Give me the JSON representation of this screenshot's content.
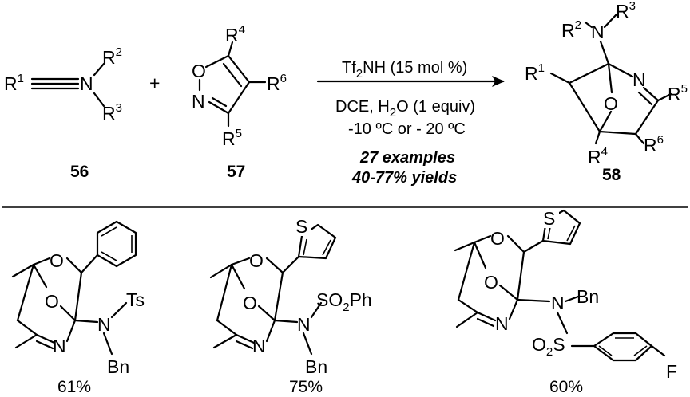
{
  "reaction": {
    "ynamide": {
      "number": "56",
      "R1": "R",
      "R1_sup": "1",
      "N": "N",
      "R2": "R",
      "R2_sup": "2",
      "R3": "R",
      "R3_sup": "3"
    },
    "plus": "+",
    "isoxazole": {
      "number": "57",
      "O": "O",
      "N": "N",
      "R4": "R",
      "R4_sup": "4",
      "R6": "R",
      "R6_sup": "6",
      "R5": "R",
      "R5_sup": "5"
    },
    "conditions": {
      "catalyst_a": "Tf",
      "catalyst_sub": "2",
      "catalyst_b": "NH (15 mol %)",
      "solvent_a": "DCE, H",
      "solvent_sub": "2",
      "solvent_b": "O (1 equiv)",
      "temperature": "-10 ºC or - 20 ºC",
      "examples": "27 examples",
      "yields": "40-77% yields"
    },
    "product": {
      "number": "58",
      "R2": "R",
      "R2_sup": "2",
      "N_top": "N",
      "R3": "R",
      "R3_sup": "3",
      "R1": "R",
      "R1_sup": "1",
      "N_ring": "N",
      "R5": "R",
      "R5_sup": "5",
      "O": "O",
      "R6": "R",
      "R6_sup": "6",
      "R4": "R",
      "R4_sup": "4"
    }
  },
  "examples": [
    {
      "O_top": "O",
      "O_bridge": "O",
      "N_ring": "N",
      "N_sub": "N",
      "Ts": "Ts",
      "Bn": "Bn",
      "yield": "61%"
    },
    {
      "O_top": "O",
      "O_bridge": "O",
      "N_ring": "N",
      "N_sub": "N",
      "S_thio": "S",
      "SO2Ph_a": "SO",
      "SO2Ph_sub": "2",
      "SO2Ph_b": "Ph",
      "Bn": "Bn",
      "yield": "75%"
    },
    {
      "O_top": "O",
      "O_bridge": "O",
      "N_ring": "N",
      "N_sub": "N",
      "S_thio": "S",
      "Bn": "Bn",
      "O2_a": "O",
      "O2_sub": "2",
      "S_sulfonyl": "S",
      "F": "F",
      "yield": "60%"
    }
  ]
}
